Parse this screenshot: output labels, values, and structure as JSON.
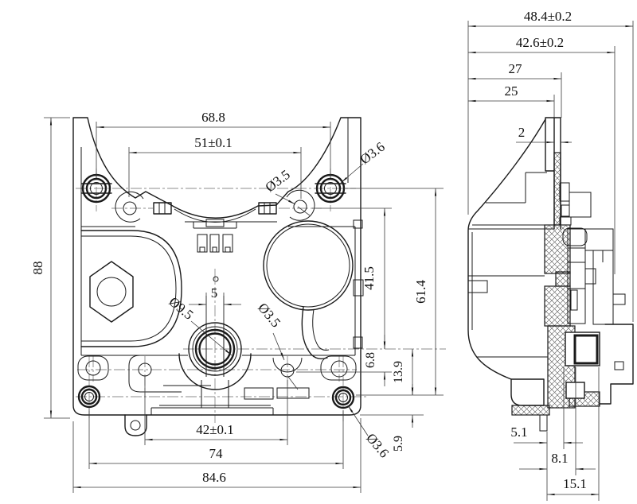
{
  "drawing_title": "extruder-mount-two-view-drawing",
  "colors": {
    "line": "#1a1a1a",
    "background": "#ffffff"
  },
  "front": {
    "name": "front-view",
    "dims": {
      "top_width": "68.8",
      "hole_span": "51±0.1",
      "height": "88",
      "dia_top_right": "Ø3.6",
      "dia_top_hole": "Ø3.5",
      "bore_dia": "Ø9.5",
      "slot_width": "5",
      "dia_mid_hole": "Ø3.5",
      "v_41_5": "41.5",
      "v_61_4": "61.4",
      "v_6_8": "6.8",
      "v_13_9": "13.9",
      "v_5_9": "5.9",
      "dia_bottom_right": "Ø3.6",
      "bottom_span": "42±0.1",
      "bottom_width": "74",
      "total_width": "84.6"
    }
  },
  "side": {
    "name": "side-view",
    "dims": {
      "total_depth": "48.4±0.2",
      "body_depth": "42.6±0.2",
      "depth_27": "27",
      "depth_25": "25",
      "plate_thickness": "2",
      "offset_5_1": "5.1",
      "offset_8_1": "8.1",
      "offset_15_1": "15.1"
    }
  }
}
